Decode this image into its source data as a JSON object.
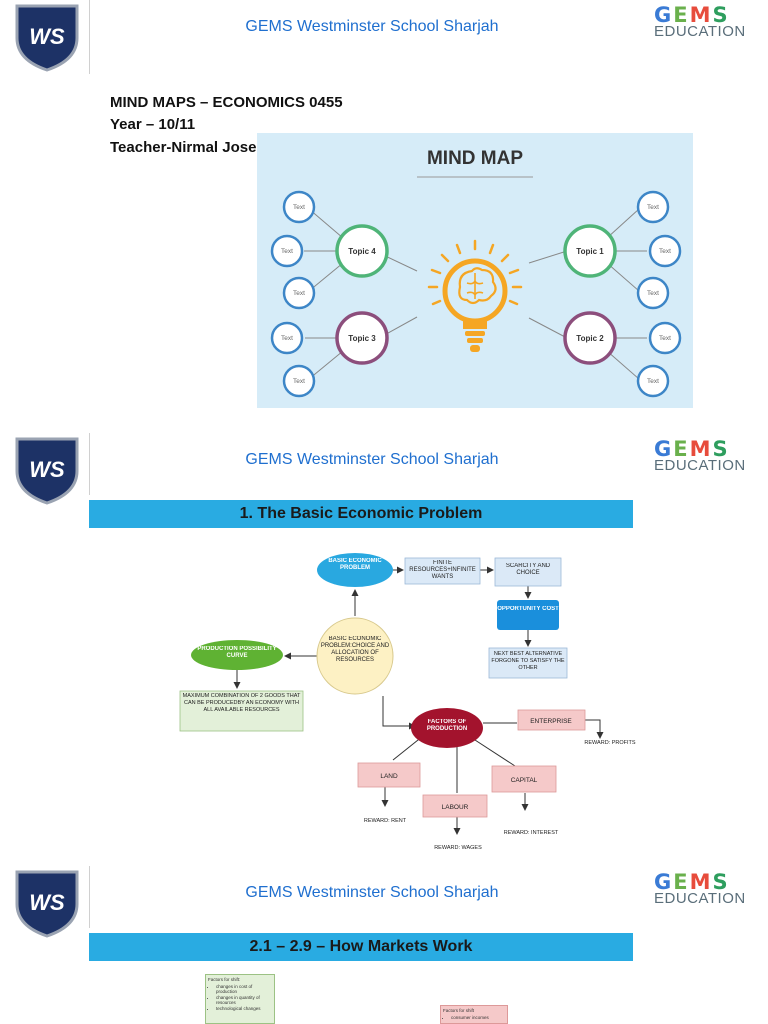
{
  "school_name": "GEMS Westminster School Sharjah",
  "logo_ws": "WS",
  "gems_logo": {
    "letters": "GEMS",
    "sub": "EDUCATION"
  },
  "intro": {
    "line1": "MIND MAPS – ECONOMICS 0455",
    "line2": "Year – 10/11",
    "line3": "Teacher-Nirmal Josephine"
  },
  "mindmap_template": {
    "title": "MIND MAP",
    "topic1": "Topic 1",
    "topic2": "Topic 2",
    "topic3": "Topic 3",
    "topic4": "Topic 4",
    "text": "Text"
  },
  "section1": {
    "banner": "1.  The Basic Economic Problem",
    "center": "BASIC ECONOMIC PROBLEM:CHOICE AND ALLOCATION OF RESOURCES",
    "basic_problem": "BASIC ECONOMIC PROBLEM",
    "finite": "FINITE RESOURCES+INFINITE WANTS",
    "scarcity": "SCARCITY AND CHOICE",
    "opportunity": "OPPORTUNITY COST",
    "next_best": "NEXT BEST ALTERNATIVE FORGONE TO SATISFY THE OTHER",
    "ppc": "PRODUCTION POSSIBILITY CURVE",
    "max_combo": "MAXIMUM COMBINATION OF 2 GOODS THAT CAN BE PRODUCEDBY AN ECONOMY WITH ALL AVAILABLE RESOURCES",
    "factors": "FACTORS OF PRODUCTION",
    "enterprise": "ENTERPRISE",
    "reward_profits": "REWARD: PROFITS",
    "land": "LAND",
    "reward_rent": "REWARD: RENT",
    "labour": "LABOUR",
    "reward_wages": "REWARD: WAGES",
    "capital": "CAPITAL",
    "reward_interest": "REWARD: INTEREST"
  },
  "section2": {
    "banner": "2.1 – 2.9 – How Markets Work",
    "left_box_title": "Factors for shift:",
    "left_box_items": [
      "changes in cost of production",
      "changes in quantity of resources",
      "technological changes"
    ],
    "right_box_title": "Factors for shift",
    "right_box_items": [
      "consumer incomes"
    ]
  },
  "colors": {
    "accent_blue": "#29abe2",
    "school_text": "#1f6fcf",
    "shield_navy": "#1d3266",
    "mindmap_bg": "#d6ecf8",
    "topic_green": "#4fb478",
    "topic_purple": "#8c4e7c",
    "text_circle": "#3d86c7",
    "bulb_orange": "#f5a623",
    "factors_red": "#a3132d",
    "ppc_green": "#5fb233",
    "pink": "#f5c9c9"
  }
}
